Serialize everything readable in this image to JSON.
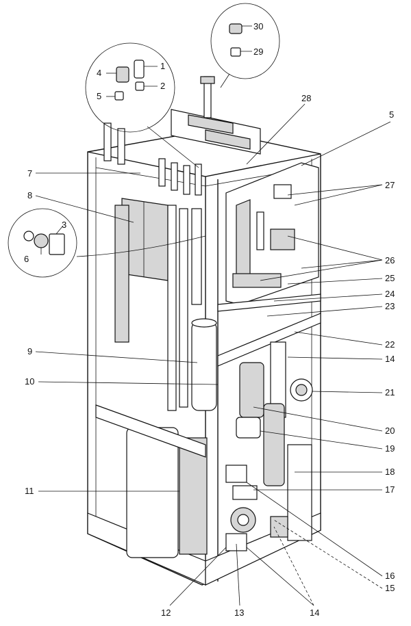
{
  "callouts": {
    "c30": "30",
    "c29": "29",
    "c4": "4",
    "c1": "1",
    "c2": "2",
    "c5a": "5",
    "c28": "28",
    "c5b": "5",
    "c7": "7",
    "c27": "27",
    "c8": "8",
    "c3": "3",
    "c6": "6",
    "c26": "26",
    "c25": "25",
    "c24": "24",
    "c23": "23",
    "c22": "22",
    "c9": "9",
    "c14a": "14",
    "c10": "10",
    "c21": "21",
    "c20": "20",
    "c19": "19",
    "c18": "18",
    "c11": "11",
    "c17": "17",
    "c16": "16",
    "c15": "15",
    "c12": "12",
    "c13": "13",
    "c14b": "14"
  }
}
